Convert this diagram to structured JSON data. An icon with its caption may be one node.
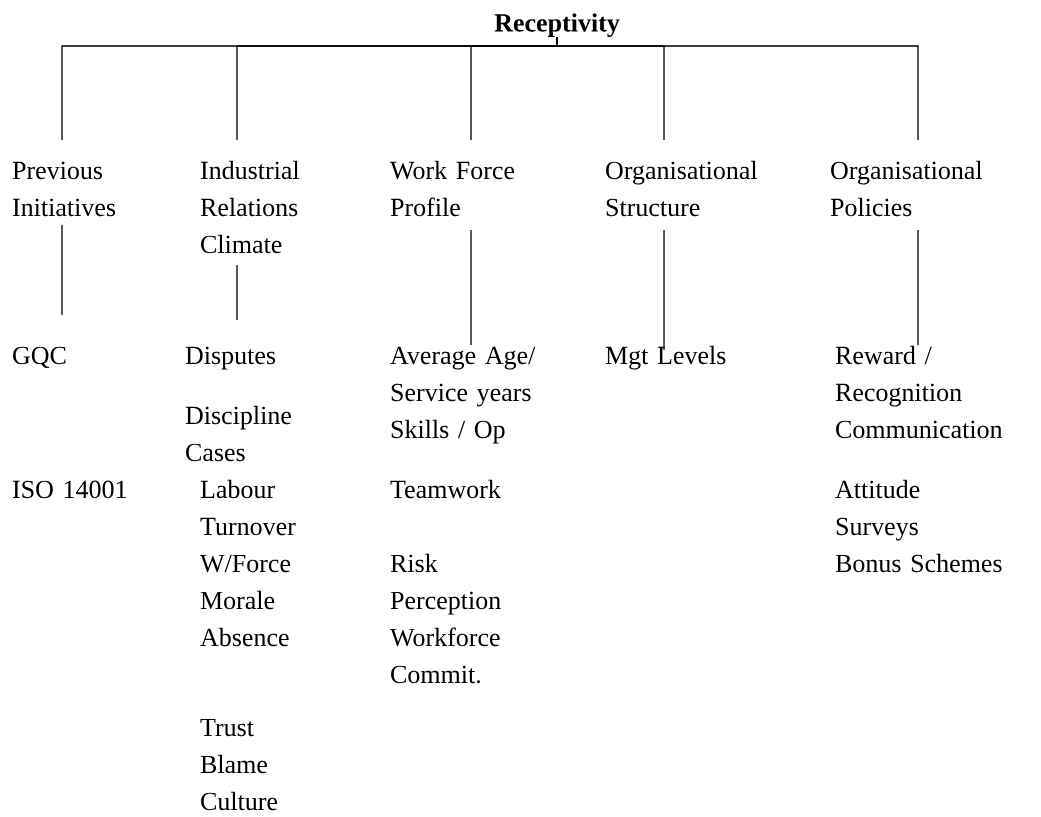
{
  "diagram": {
    "nodes": [
      {
        "text": [
          "Receptivity"
        ]
      },
      {
        "text": [
          "Previous Initiatives"
        ]
      },
      {
        "text": [
          "Industrial Relations Climate"
        ]
      },
      {
        "text": [
          "Work Force Profile"
        ]
      },
      {
        "text": [
          "Organisational Structure"
        ]
      },
      {
        "text": [
          "Organisational Policies"
        ]
      },
      {
        "text": [
          "GQC"
        ]
      },
      {
        "text": [
          "Disputes"
        ]
      },
      {
        "text": [
          "Average Age/ Service years"
        ]
      },
      {
        "text": [
          "Mgt Levels"
        ]
      },
      {
        "text": [
          "Reward / Recognition"
        ]
      }
    ],
    "edges": [
      {
        "from": 0,
        "to": 1,
        "arrow": "none"
      },
      {
        "from": 0,
        "to": 2,
        "arrow": "none"
      },
      {
        "from": 0,
        "to": 3,
        "arrow": "none"
      },
      {
        "from": 0,
        "to": 4,
        "arrow": "none"
      },
      {
        "from": 0,
        "to": 5,
        "arrow": "none"
      },
      {
        "from": 1,
        "to": 6,
        "arrow": "none"
      },
      {
        "from": 2,
        "to": 7,
        "arrow": "none"
      },
      {
        "from": 3,
        "to": 8,
        "arrow": "none"
      },
      {
        "from": 4,
        "to": 9,
        "arrow": "none"
      },
      {
        "from": 5,
        "to": 10,
        "arrow": "none"
      }
    ],
    "labels": [
      "ISO 14001",
      "Discipline Cases",
      "Labour Turnover",
      "W/Force Morale",
      "Absence",
      "Trust",
      "Blame Culture",
      "Skills / Op",
      "Teamwork",
      "Risk Perception",
      "Workforce Commit.",
      "Communication",
      "Attitude Surveys",
      "Bonus Schemes"
    ]
  }
}
